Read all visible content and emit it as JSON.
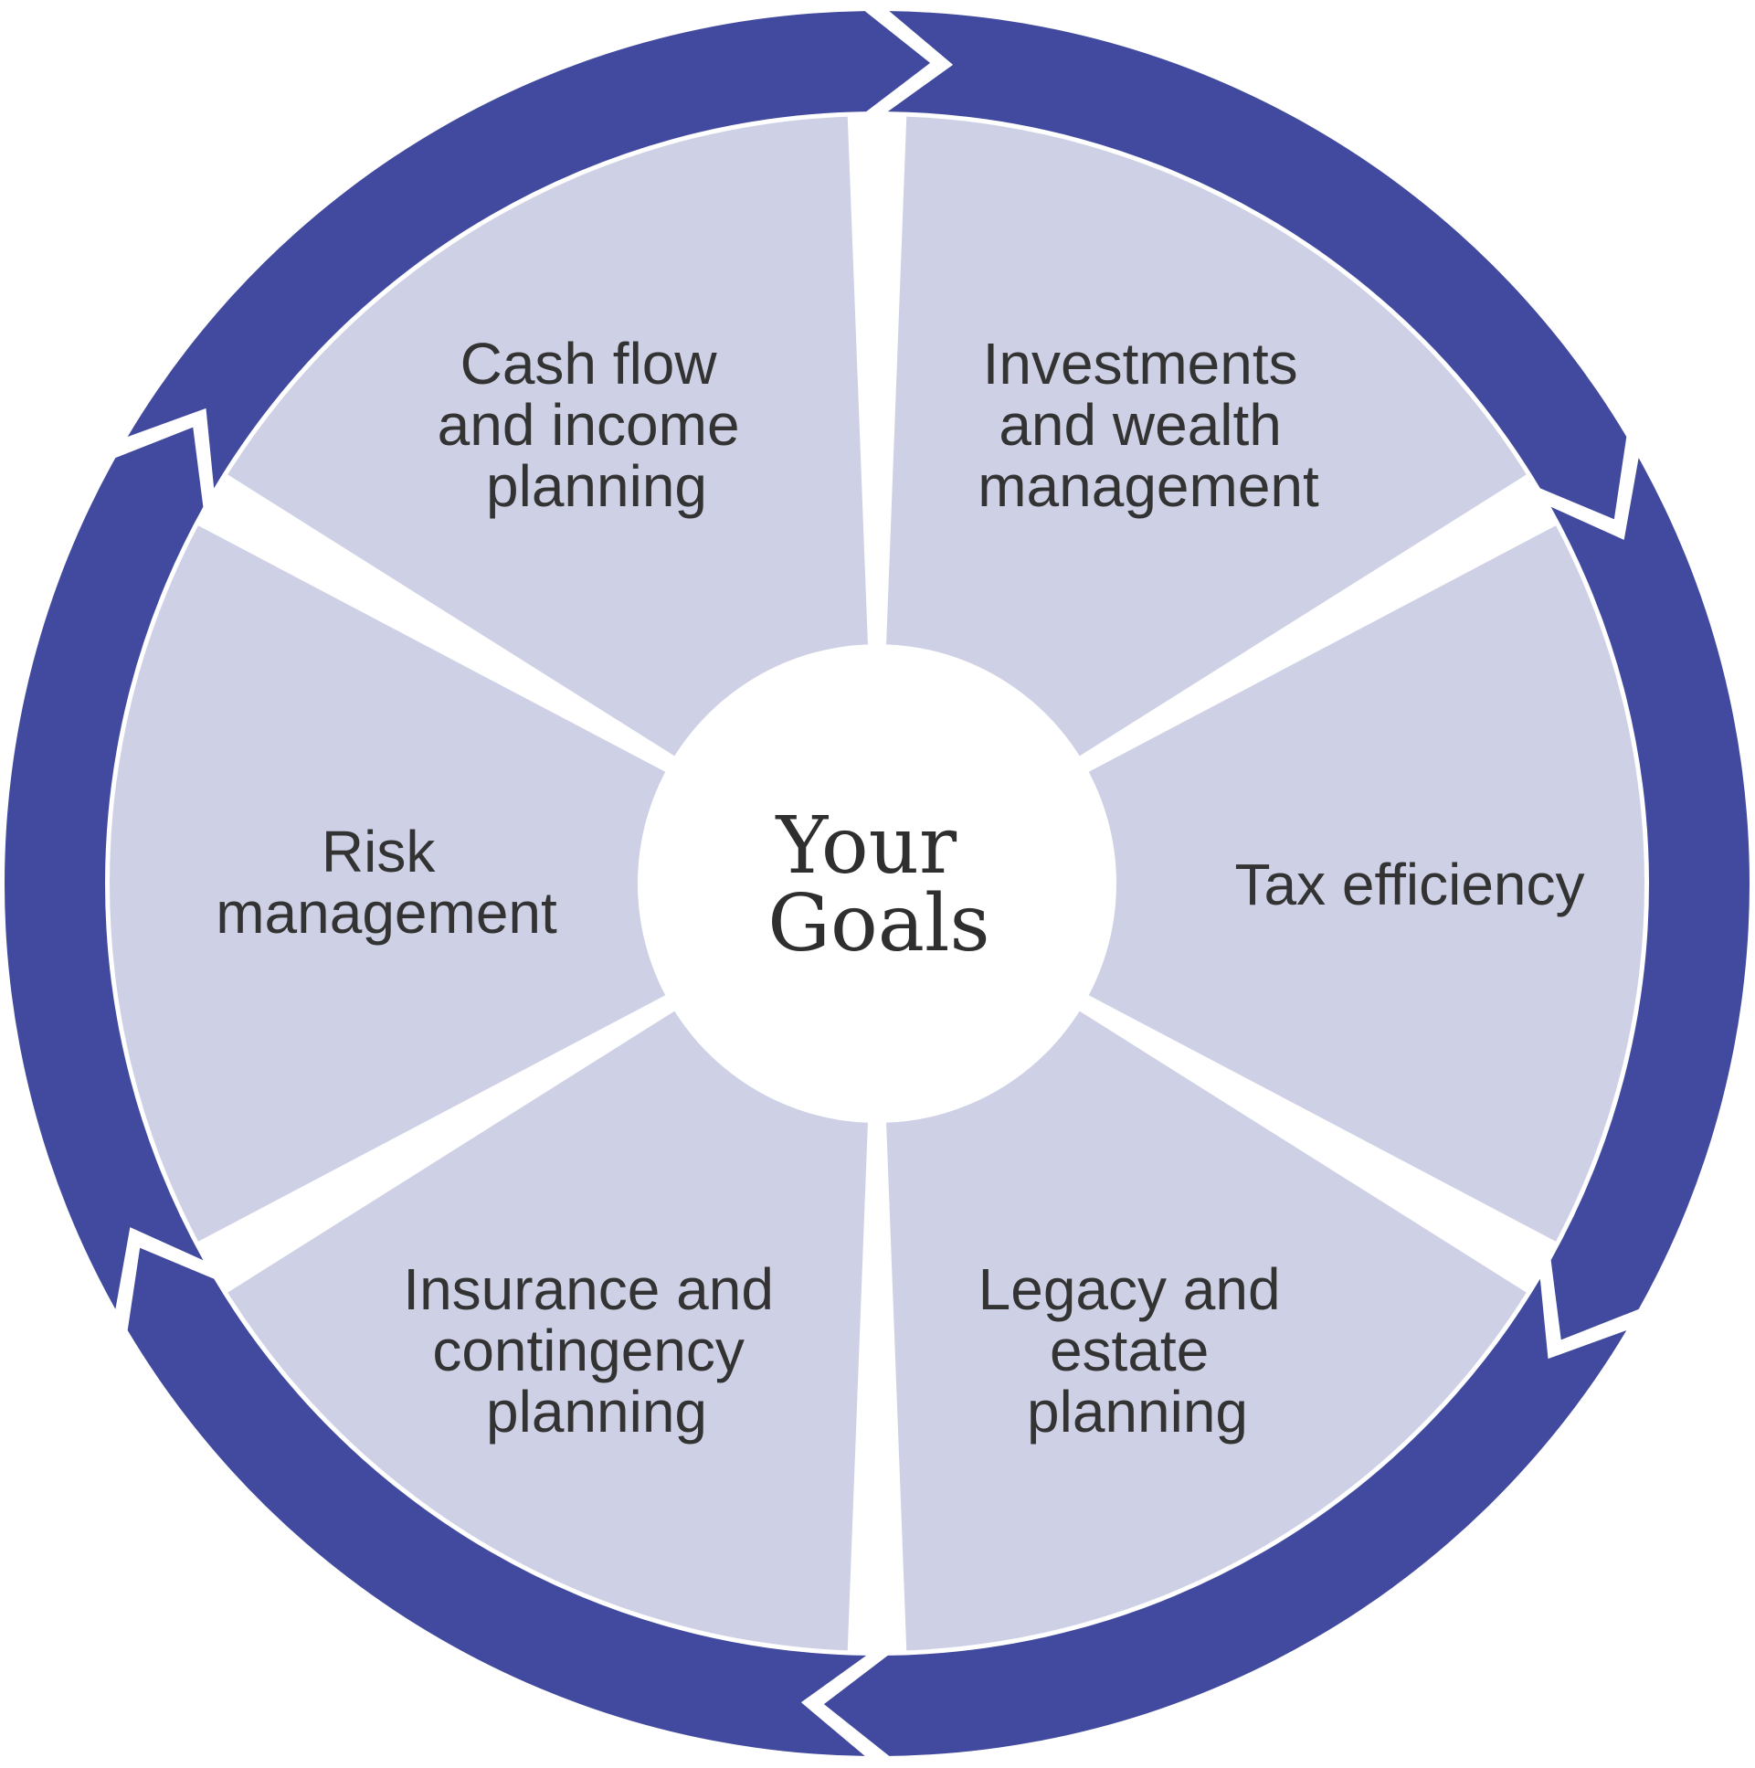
{
  "colors": {
    "outer_ring": "#414a9e",
    "segment_fill": "#ced1e6",
    "center_fill": "#ffffff",
    "text": "#333333"
  },
  "center": {
    "lines": [
      "Your",
      "Goals"
    ]
  },
  "segments": [
    {
      "id": "cash-flow",
      "lines": [
        "Cash flow",
        "and income",
        "planning"
      ]
    },
    {
      "id": "investments",
      "lines": [
        "Investments",
        "and wealth",
        "management"
      ]
    },
    {
      "id": "tax",
      "lines": [
        "Tax efficiency"
      ]
    },
    {
      "id": "legacy",
      "lines": [
        "Legacy and",
        "estate",
        "planning"
      ]
    },
    {
      "id": "insurance",
      "lines": [
        "Insurance and",
        "contingency",
        "planning"
      ]
    },
    {
      "id": "risk",
      "lines": [
        "Risk",
        "management"
      ]
    }
  ]
}
